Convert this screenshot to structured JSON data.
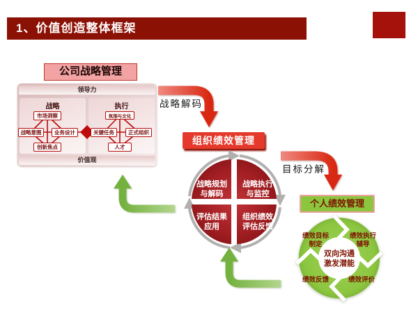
{
  "title_bar": {
    "text": "1、价值创造整体框架"
  },
  "colors": {
    "title_bar_red": "#8C1105",
    "corner_square_red": "#A5120C",
    "bright_red": "#E5392B",
    "circle_maroon": "#A32024",
    "label_pink": "#F2A3A3",
    "green": "#8CC63F",
    "green_arrow": "#7CB84E"
  },
  "strategy_management": {
    "title": "公司战略管理",
    "leadership_bar": "领导力",
    "values_bar": "价值观",
    "strategy_group": {
      "title": "战略",
      "top": "市场洞察",
      "left": "战略意图",
      "right": "业务设计",
      "bottom": "创新焦点"
    },
    "execution_group": {
      "title": "执行",
      "top": "氛围与文化",
      "left": "关键任务",
      "right": "正式组织",
      "bottom": "人才"
    }
  },
  "flow_labels": {
    "strategy_decode": "战略解码",
    "goal_breakdown": "目标分解"
  },
  "org_performance": {
    "title": "组织绩效管理",
    "quadrant_tl": "战略规划\n与解码",
    "quadrant_tr": "战略执行\n与监控",
    "quadrant_bl": "评估结果\n应用",
    "quadrant_br": "组织绩效\n评估反馈"
  },
  "personal_performance": {
    "title": "个人绩效管理",
    "center": "双向沟通\n激发潜能",
    "segment_tl": "绩效目标\n制定",
    "segment_tr": "绩效执行\n辅导",
    "segment_bl": "绩效反馈",
    "segment_br": "绩效评价"
  }
}
